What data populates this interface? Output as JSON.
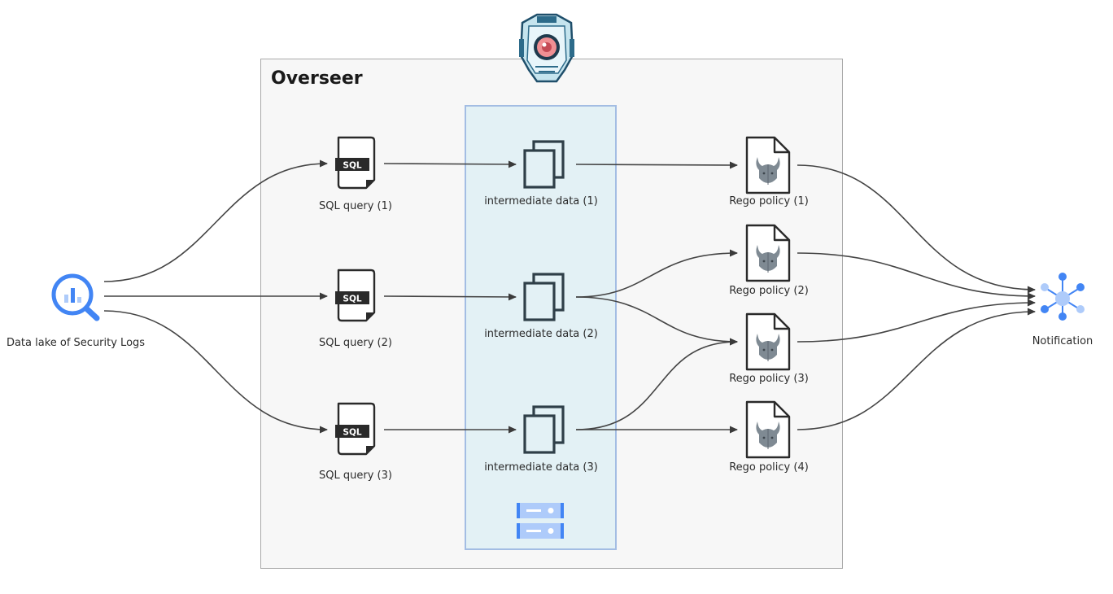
{
  "title": "Overseer",
  "source": {
    "label": "Data lake of Security Logs",
    "icon": "bigquery-icon"
  },
  "queries": [
    {
      "label": "SQL query (1)",
      "badge": "SQL"
    },
    {
      "label": "SQL query (2)",
      "badge": "SQL"
    },
    {
      "label": "SQL query (3)",
      "badge": "SQL"
    }
  ],
  "intermediate": [
    {
      "label": "intermediate data (1)"
    },
    {
      "label": "intermediate data (2)"
    },
    {
      "label": "intermediate data (3)"
    }
  ],
  "policies": [
    {
      "label": "Rego policy (1)"
    },
    {
      "label": "Rego policy (2)"
    },
    {
      "label": "Rego policy (3)"
    },
    {
      "label": "Rego policy (4)"
    }
  ],
  "sink": {
    "label": "Notification",
    "icon": "pubsub-icon"
  },
  "storage_icon": "storage-server-icon",
  "mascot_icon": "robot-eye-icon",
  "colors": {
    "container_fill": "#f7f7f7",
    "container_border": "#a9a9a9",
    "column_fill": "#e3f1f5",
    "column_border": "#a3bde3",
    "arrow": "#3a3a3a",
    "google_blue": "#4285f4",
    "google_light_blue": "#aecbfa"
  }
}
